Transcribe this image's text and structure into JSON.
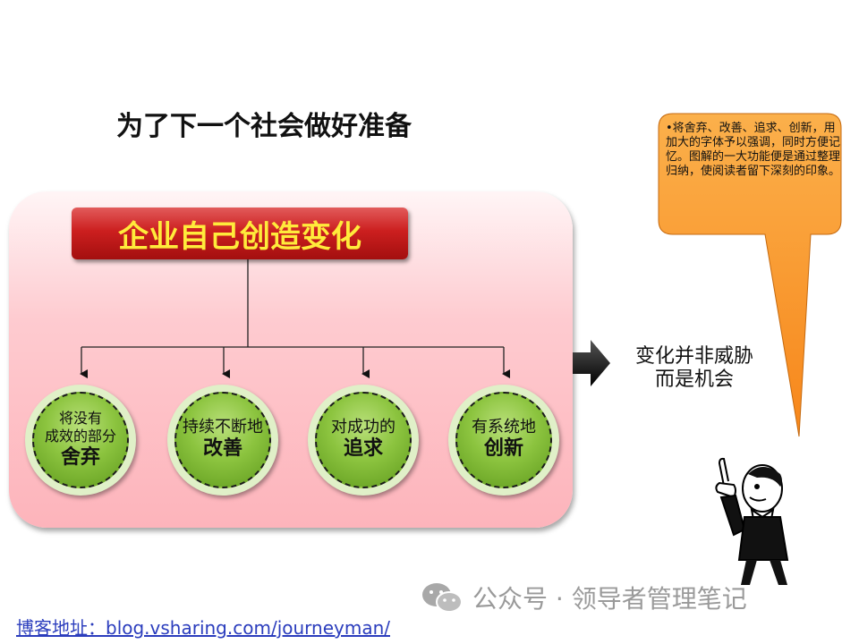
{
  "title": "为了下一个社会做好准备",
  "header": "企业自己创造变化",
  "circles": [
    {
      "line1": "将没有",
      "line2": "成效的部分",
      "big": "舍弃"
    },
    {
      "line1": "持续不断地",
      "line2": "",
      "big": "改善"
    },
    {
      "line1": "对成功的",
      "line2": "",
      "big": "追求"
    },
    {
      "line1": "有系统地",
      "line2": "",
      "big": "创新"
    }
  ],
  "side_text": {
    "line1": "变化并非威胁",
    "line2": "而是机会"
  },
  "callout": "•将舍弃、改善、追求、创新，用加大的字体予以强调，同时方便记忆。图解的一大功能便是通过整理归纳，使阅读者留下深刻的印象。",
  "watermark": "公众号 · 领导者管理笔记",
  "footer": "博客地址：blog.vsharing.com/journeyman/",
  "colors": {
    "panel": "#fdb4bb",
    "header_bg": "#cc1f1f",
    "header_text": "#ffeb3b",
    "circle": "#8cc43f",
    "callout": "#f7901e",
    "link": "#2b3dbd"
  }
}
